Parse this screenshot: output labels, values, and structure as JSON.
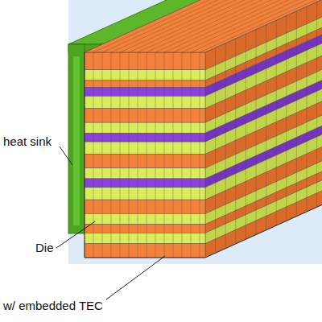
{
  "diagram": {
    "labels": [
      "heat sink",
      "Die",
      "w/ embedded TEC"
    ]
  }
}
